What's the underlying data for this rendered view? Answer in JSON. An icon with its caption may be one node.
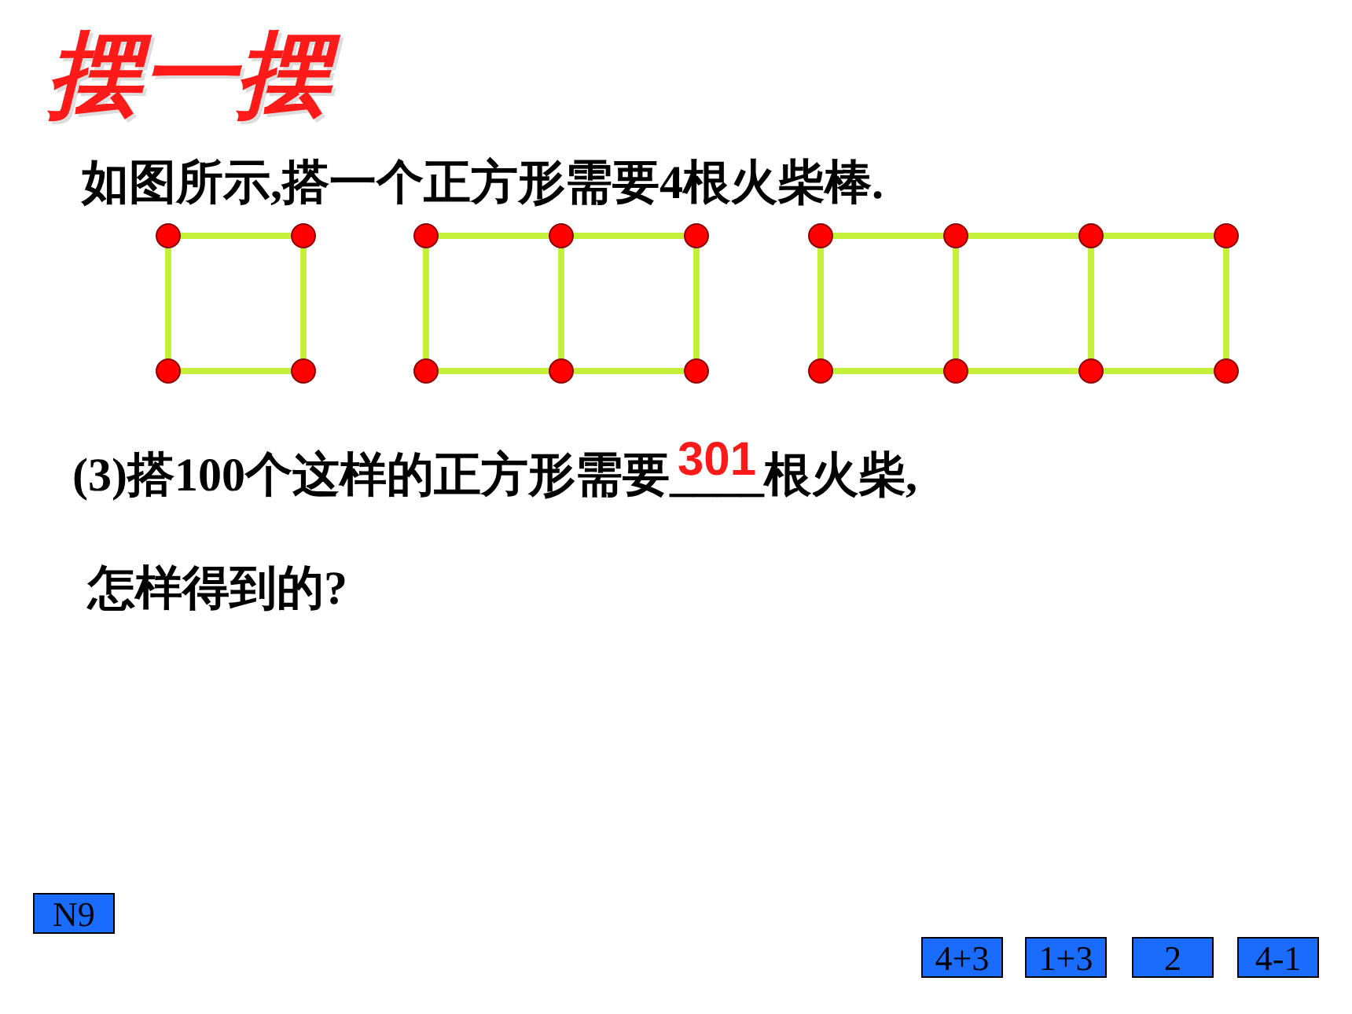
{
  "diagram": {
    "title": "摆一摆",
    "nodes": [
      {
        "text": [],
        "shape": "circle"
      },
      {
        "text": [],
        "shape": "circle"
      },
      {
        "text": [],
        "shape": "circle"
      },
      {
        "text": [],
        "shape": "circle"
      },
      {
        "text": [],
        "shape": "circle"
      },
      {
        "text": [],
        "shape": "circle"
      },
      {
        "text": [],
        "shape": "circle"
      },
      {
        "text": [],
        "shape": "circle"
      },
      {
        "text": [],
        "shape": "circle"
      },
      {
        "text": [],
        "shape": "circle"
      },
      {
        "text": [],
        "shape": "circle"
      },
      {
        "text": [],
        "shape": "circle"
      },
      {
        "text": [],
        "shape": "circle"
      },
      {
        "text": [],
        "shape": "circle"
      },
      {
        "text": [],
        "shape": "circle"
      },
      {
        "text": [],
        "shape": "circle"
      },
      {
        "text": [],
        "shape": "circle"
      },
      {
        "text": [],
        "shape": "circle"
      },
      {
        "text": [
          "N9"
        ]
      },
      {
        "text": [
          "4+3"
        ]
      },
      {
        "text": [
          "1+3"
        ]
      },
      {
        "text": [
          "2"
        ]
      },
      {
        "text": [
          "4-1"
        ]
      }
    ],
    "edges": [
      {
        "from": 0,
        "to": 1,
        "arrow": "none"
      },
      {
        "from": 2,
        "to": 3,
        "arrow": "none"
      },
      {
        "from": 0,
        "to": 2,
        "arrow": "none"
      },
      {
        "from": 1,
        "to": 3,
        "arrow": "none"
      },
      {
        "from": 4,
        "to": 5,
        "arrow": "none"
      },
      {
        "from": 5,
        "to": 6,
        "arrow": "none"
      },
      {
        "from": 7,
        "to": 8,
        "arrow": "none"
      },
      {
        "from": 8,
        "to": 9,
        "arrow": "none"
      },
      {
        "from": 4,
        "to": 7,
        "arrow": "none"
      },
      {
        "from": 5,
        "to": 8,
        "arrow": "none"
      },
      {
        "from": 6,
        "to": 9,
        "arrow": "none"
      },
      {
        "from": 10,
        "to": 11,
        "arrow": "none"
      },
      {
        "from": 11,
        "to": 12,
        "arrow": "none"
      },
      {
        "from": 12,
        "to": 13,
        "arrow": "none"
      },
      {
        "from": 14,
        "to": 15,
        "arrow": "none"
      },
      {
        "from": 15,
        "to": 16,
        "arrow": "none"
      },
      {
        "from": 16,
        "to": 17,
        "arrow": "none"
      },
      {
        "from": 10,
        "to": 14,
        "arrow": "none"
      },
      {
        "from": 11,
        "to": 15,
        "arrow": "none"
      },
      {
        "from": 12,
        "to": 16,
        "arrow": "none"
      },
      {
        "from": 13,
        "to": 17,
        "arrow": "none"
      }
    ],
    "labels": [
      "如图所示,搭一个正方形需要4根火柴棒.",
      "(3)搭100个这样的正方形需要____根火柴,",
      "301",
      "怎样得到的?"
    ]
  }
}
